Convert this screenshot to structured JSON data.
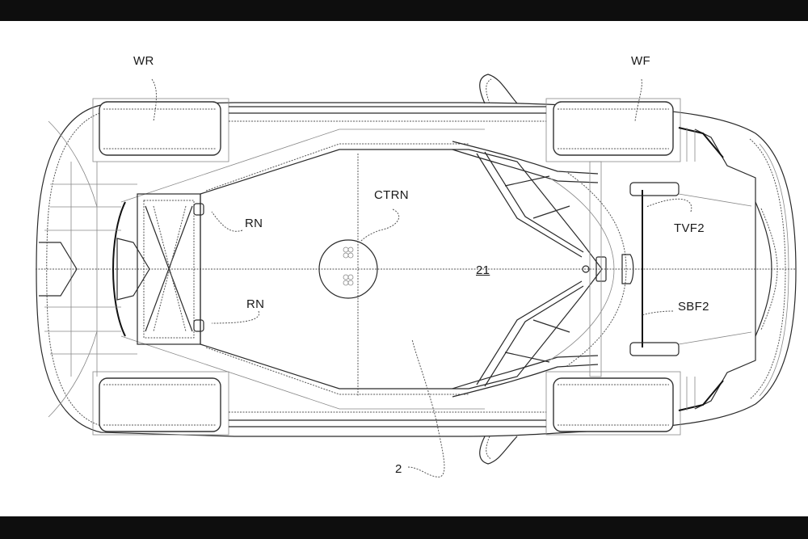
{
  "figure": {
    "type": "patent-drawing",
    "view": "vehicle chassis plan view (top-down)",
    "background": "#ffffff",
    "letterbox_color": "#0e0e0e",
    "line_color": "#2a2a2a"
  },
  "labels": {
    "wheel_rear": "WR",
    "wheel_front": "WF",
    "central_tunnel": "CTRN",
    "rear_node_upper": "RN",
    "rear_node_lower": "RN",
    "cell": "21",
    "front_tv_element": "TVF2",
    "front_sb_element": "SBF2",
    "vehicle": "2"
  }
}
